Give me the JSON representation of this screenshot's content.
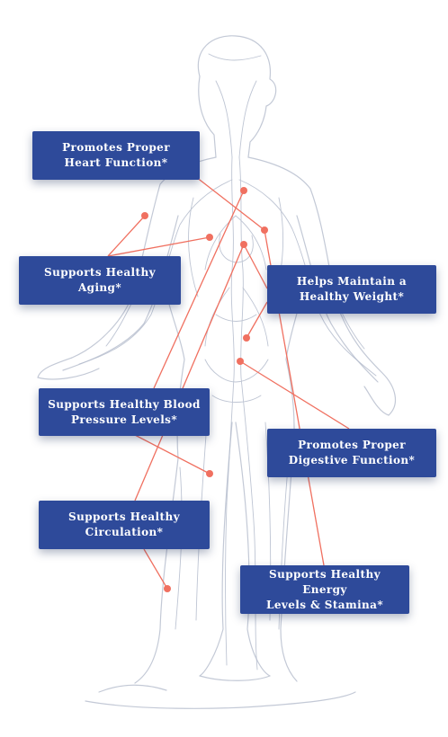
{
  "labels": {
    "heart": {
      "line1": "Promotes Proper",
      "line2": "Heart Function*"
    },
    "aging": {
      "line1": "Supports Healthy",
      "line2": "Aging*"
    },
    "weight": {
      "line1": "Helps Maintain a",
      "line2": "Healthy Weight*"
    },
    "blood_pressure": {
      "line1": "Supports Healthy Blood",
      "line2": "Pressure Levels*"
    },
    "digestive": {
      "line1": "Promotes Proper",
      "line2": "Digestive Function*"
    },
    "circulation": {
      "line1": "Supports Healthy",
      "line2": "Circulation*"
    },
    "energy": {
      "line1": "Supports Healthy Energy",
      "line2": "Levels & Stamina*"
    }
  },
  "colors": {
    "label_bg": "#2e4a9a",
    "connector": "#f07060",
    "figure_line": "#b9c0cf"
  }
}
